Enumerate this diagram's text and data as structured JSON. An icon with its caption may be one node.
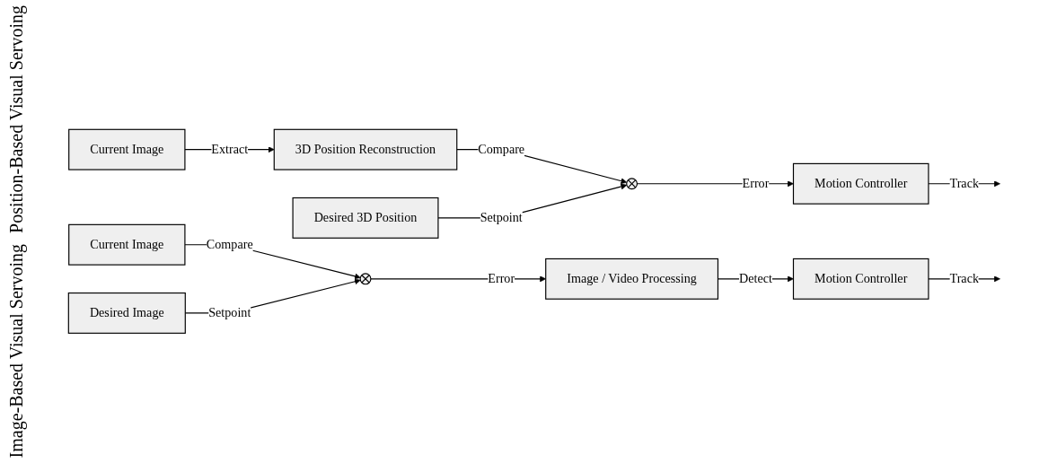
{
  "diagram": {
    "nodes": [
      {
        "text": [
          "Current Image"
        ]
      },
      {
        "text": [
          "3D Position Reconstruction"
        ]
      },
      {
        "text": [
          "Desired 3D Position"
        ]
      },
      {
        "text": [],
        "shape": "circle"
      },
      {
        "text": [
          "Motion Controller"
        ]
      },
      {
        "text": [
          "Current Image"
        ]
      },
      {
        "text": [
          "Desired Image"
        ]
      },
      {
        "text": [],
        "shape": "circle"
      },
      {
        "text": [
          "Image / Video Processing"
        ]
      },
      {
        "text": [
          "Motion Controller"
        ]
      }
    ],
    "edges": [
      {
        "from": 0,
        "to": 1,
        "label": "Extract",
        "arrow": "to"
      },
      {
        "from": 1,
        "to": 3,
        "label": "Compare",
        "arrow": "to"
      },
      {
        "from": 2,
        "to": 3,
        "label": "Setpoint",
        "arrow": "to"
      },
      {
        "from": 3,
        "to": 4,
        "label": "Error",
        "arrow": "to"
      },
      {
        "from": 4,
        "to": null,
        "label": "Track",
        "arrow": "to"
      },
      {
        "from": 5,
        "to": 7,
        "label": "Compare",
        "arrow": "to"
      },
      {
        "from": 6,
        "to": 7,
        "label": "Setpoint",
        "arrow": "to"
      },
      {
        "from": 7,
        "to": 8,
        "label": "Error",
        "arrow": "to"
      },
      {
        "from": 8,
        "to": 9,
        "label": "Detect",
        "arrow": "to"
      },
      {
        "from": 9,
        "to": null,
        "label": "Track",
        "arrow": "to"
      }
    ],
    "labels": [
      "Position-Based Visual Servoing",
      "Image-Based Visual Servoing"
    ]
  }
}
